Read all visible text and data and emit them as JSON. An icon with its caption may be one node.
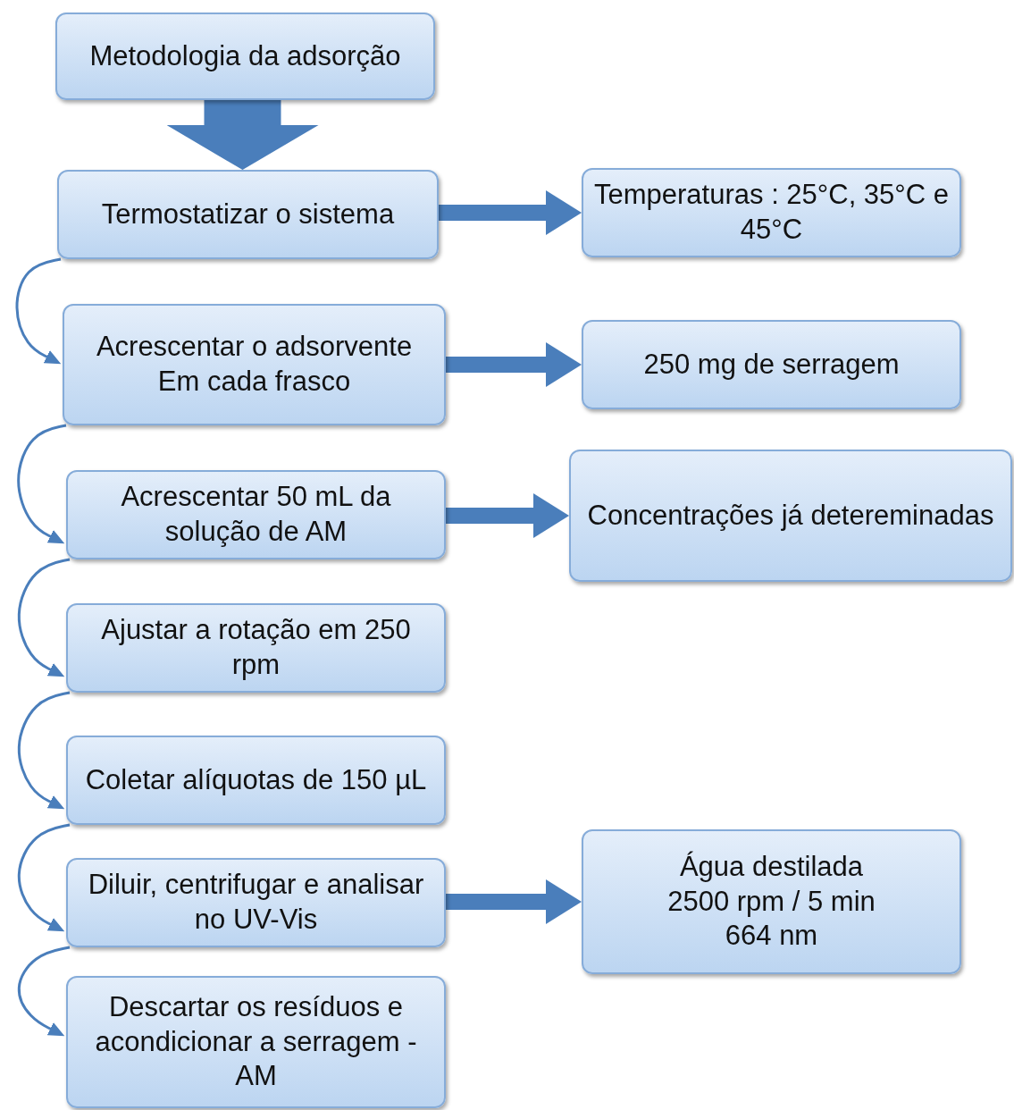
{
  "diagram": {
    "nodes": [
      {
        "text": [
          "Metodologia da adsorção"
        ]
      },
      {
        "text": [
          "Termostatizar o sistema"
        ]
      },
      {
        "text": [
          "Temperaturas : 25°C, 35°C e 45°C"
        ]
      },
      {
        "text": [
          "Acrescentar o adsorvente Em cada frasco"
        ]
      },
      {
        "text": [
          "250 mg de serragem"
        ]
      },
      {
        "text": [
          "Acrescentar 50 mL da solução de AM"
        ]
      },
      {
        "text": [
          "Concentrações já detereminadas"
        ]
      },
      {
        "text": [
          "Ajustar a rotação em 250 rpm"
        ]
      },
      {
        "text": [
          "Coletar alíquotas de 150 µL"
        ]
      },
      {
        "text": [
          "Diluir, centrifugar e analisar no UV-Vis"
        ]
      },
      {
        "text": [
          "Água destilada",
          "2500 rpm / 5 min",
          "664 nm"
        ]
      },
      {
        "text": [
          "Descartar os resíduos e acondicionar a serragem - AM"
        ]
      }
    ],
    "edges": [
      {
        "from": 0,
        "to": 1,
        "arrow": "to",
        "style": "thick"
      },
      {
        "from": 1,
        "to": 2,
        "arrow": "to",
        "style": "thick"
      },
      {
        "from": 1,
        "to": 3,
        "arrow": "to"
      },
      {
        "from": 3,
        "to": 4,
        "arrow": "to",
        "style": "thick"
      },
      {
        "from": 3,
        "to": 5,
        "arrow": "to"
      },
      {
        "from": 5,
        "to": 6,
        "arrow": "to",
        "style": "thick"
      },
      {
        "from": 5,
        "to": 7,
        "arrow": "to"
      },
      {
        "from": 7,
        "to": 8,
        "arrow": "to"
      },
      {
        "from": 8,
        "to": 9,
        "arrow": "to"
      },
      {
        "from": 9,
        "to": 10,
        "arrow": "to",
        "style": "thick"
      },
      {
        "from": 9,
        "to": 11,
        "arrow": "to"
      }
    ]
  }
}
